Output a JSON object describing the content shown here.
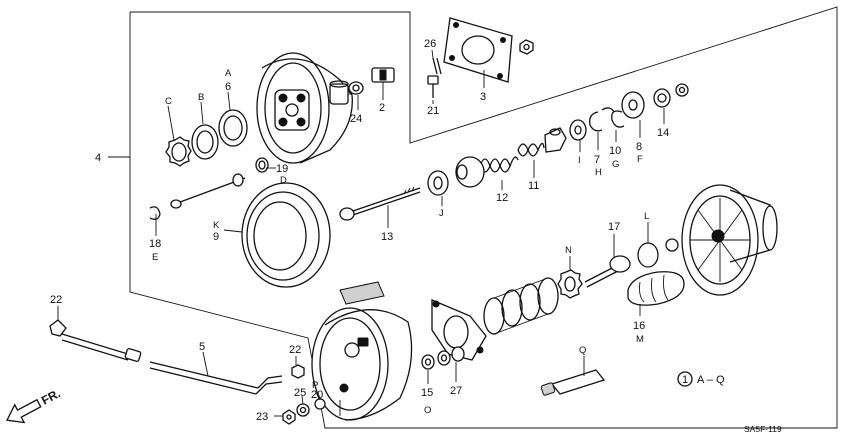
{
  "callouts": {
    "c1": "1",
    "c2": "2",
    "c3": "3",
    "c4": "4",
    "c5": "5",
    "c6": "6",
    "c8": "8",
    "c9": "9",
    "c10": "10",
    "c11": "11",
    "c12": "12",
    "c13": "13",
    "c14": "14",
    "c15": "15",
    "c16": "16",
    "c17": "17",
    "c18": "18",
    "c19": "19",
    "c20": "20",
    "c21": "21",
    "c22a": "22",
    "c22b": "22",
    "c23": "23",
    "c24": "24",
    "c25": "25",
    "c26": "26",
    "c27": "27",
    "c7": "7"
  },
  "letters": {
    "A": "A",
    "B": "B",
    "C": "C",
    "D": "D",
    "E": "E",
    "F": "F",
    "G": "G",
    "H": "H",
    "I": "I",
    "J": "J",
    "K": "K",
    "L": "L",
    "M": "M",
    "N": "N",
    "O": "O",
    "P": "P",
    "Q": "Q"
  },
  "legend": {
    "range": "A – Q"
  },
  "direction": {
    "label": "FR."
  },
  "code": {
    "text": "SA5F-119"
  }
}
